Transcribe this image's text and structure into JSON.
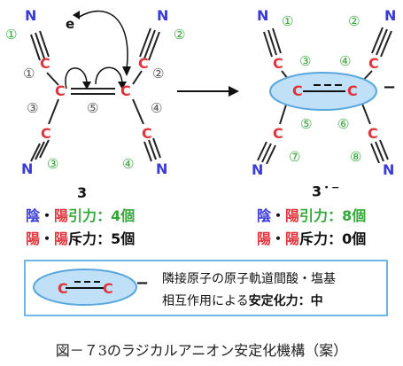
{
  "atoms": {
    "C": "C",
    "N": "N"
  },
  "electron": "e",
  "left_numbers": [
    "①",
    "②",
    "①",
    "②",
    "③",
    "④",
    "⑤",
    "③",
    "④"
  ],
  "right_numbers": [
    "①",
    "②",
    "③",
    "④",
    "⑤",
    "⑥",
    "⑦",
    "⑧"
  ],
  "right_charge": "−",
  "label_left": "3",
  "label_right": "3",
  "label_right_sup": "・−",
  "left_stats": {
    "attract_prefix_a": "陰",
    "attract_dot": "・",
    "attract_prefix_b": "陽",
    "attract_word": "引力",
    "attract_value": "：4個",
    "repel_prefix_a": "陽",
    "repel_dot": "・",
    "repel_prefix_b": "陽",
    "repel_word": "斥力",
    "repel_value": "：5個"
  },
  "right_stats": {
    "attract_prefix_a": "陰",
    "attract_dot": "・",
    "attract_prefix_b": "陽",
    "attract_word": "引力",
    "attract_value": "：8個",
    "repel_prefix_a": "陽",
    "repel_dot": "・",
    "repel_prefix_b": "陽",
    "repel_word": "斥力",
    "repel_value": "：0個"
  },
  "legend": {
    "charge": "−",
    "line1": "隣接原子の原子軌道間酸・塩基",
    "line2_prefix": "相互作用による",
    "line2_bold": "安定化力：中"
  },
  "caption": "図－７3のラジカルアニオン安定化機構（案）",
  "colors": {
    "blue": "#3b3bd6",
    "red": "#e0343c",
    "green": "#35a83a",
    "ellipse_fill": "#bfe0f7",
    "ellipse_stroke": "#5aa7de",
    "box": "#6fb5e6"
  }
}
